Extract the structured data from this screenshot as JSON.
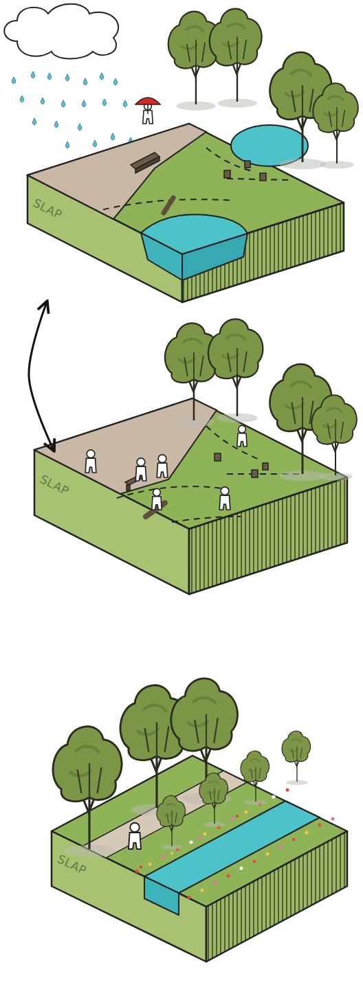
{
  "diagram": {
    "nodes": [
      {
        "text": [
          "SLAP"
        ]
      },
      {
        "text": [
          "SLAP"
        ]
      },
      {
        "text": [
          "SLAP"
        ]
      }
    ],
    "edges": [
      {
        "from": 0,
        "to": 1,
        "arrow": "both"
      }
    ]
  }
}
